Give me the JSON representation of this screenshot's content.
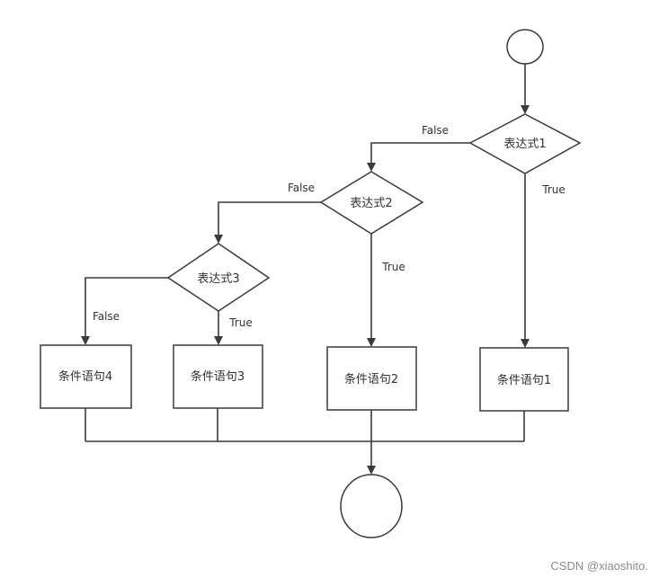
{
  "diagram": {
    "nodes": {
      "start": "",
      "cond1": "表达式1",
      "cond2": "表达式2",
      "cond3": "表达式3",
      "stmt1": "条件语句1",
      "stmt2": "条件语句2",
      "stmt3": "条件语句3",
      "stmt4": "条件语句4",
      "end": ""
    },
    "edges": {
      "cond1_false": "False",
      "cond1_true": "True",
      "cond2_false": "False",
      "cond2_true": "True",
      "cond3_false": "False",
      "cond3_true": "True"
    }
  },
  "watermark": "CSDN @xiaoshito."
}
